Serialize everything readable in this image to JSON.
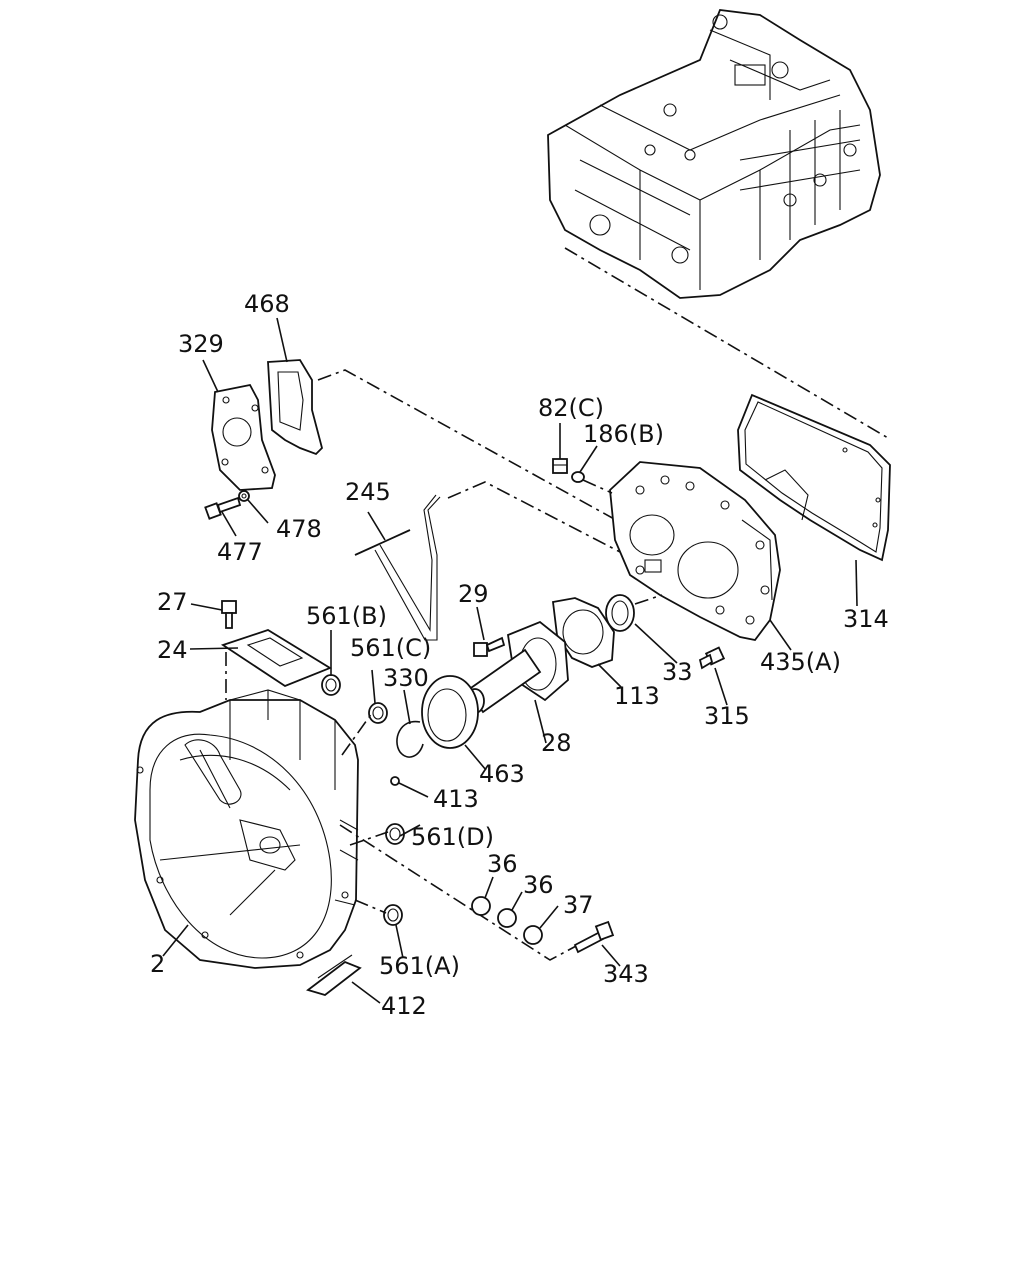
{
  "labels": {
    "p468": "468",
    "p329": "329",
    "p82c": "82(C)",
    "p186b": "186(B)",
    "p245": "245",
    "p478": "478",
    "p477": "477",
    "p27": "27",
    "p561b": "561(B)",
    "p24": "24",
    "p29": "29",
    "p561c": "561(C)",
    "p330": "330",
    "p314": "314",
    "p33": "33",
    "p113": "113",
    "p435a": "435(A)",
    "p315": "315",
    "p28": "28",
    "p463": "463",
    "p413": "413",
    "p561d": "561(D)",
    "p36a": "36",
    "p36b": "36",
    "p37": "37",
    "p2": "2",
    "p561a": "561(A)",
    "p343": "343",
    "p412": "412"
  }
}
